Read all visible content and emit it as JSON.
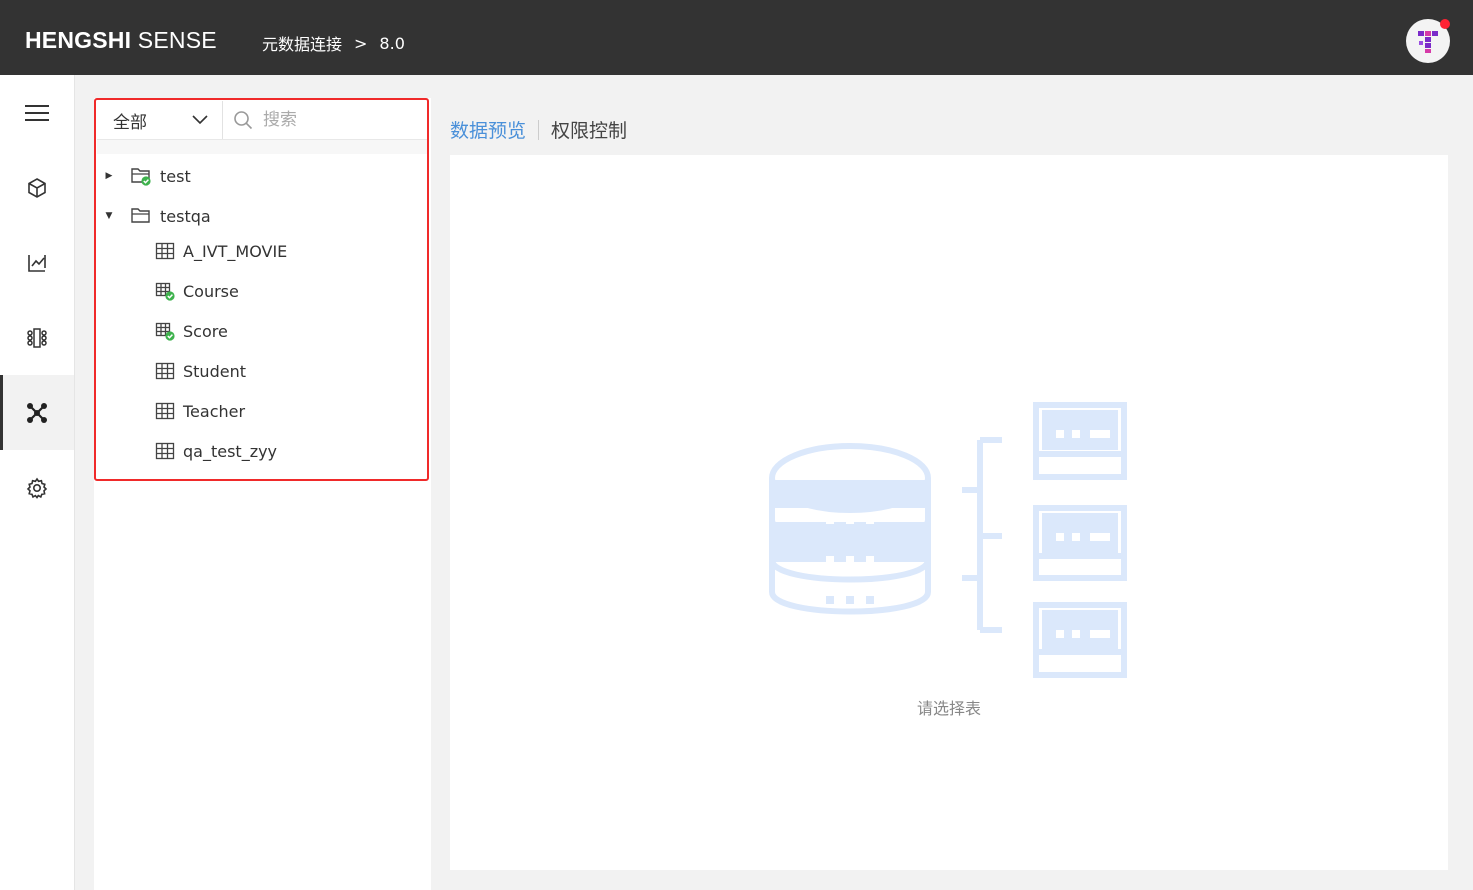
{
  "app": {
    "brand_bold": "HENGSHI",
    "brand_light": "SENSE",
    "breadcrumb": {
      "section": "元数据连接",
      "separator": ">",
      "version": "8.0"
    }
  },
  "colors": {
    "accent": "#4a90d9",
    "highlight_border": "#f02a2a",
    "topbar": "#333333",
    "illustration": "#dbe8fb"
  },
  "nav": [
    {
      "id": "menu",
      "icon": "hamburger-icon"
    },
    {
      "id": "datasets",
      "icon": "cube-icon"
    },
    {
      "id": "dashboards",
      "icon": "chart-icon"
    },
    {
      "id": "data-flow",
      "icon": "flow-icon"
    },
    {
      "id": "data-connections",
      "icon": "network-icon",
      "active": true
    },
    {
      "id": "settings",
      "icon": "gear-icon"
    }
  ],
  "filter": {
    "selected": "全部",
    "search_placeholder": "搜索"
  },
  "tree": [
    {
      "label": "test",
      "type": "folder",
      "expanded": false,
      "verified": true
    },
    {
      "label": "testqa",
      "type": "folder",
      "expanded": true,
      "verified": false,
      "children": [
        {
          "label": "A_IVT_MOVIE",
          "verified": false
        },
        {
          "label": "Course",
          "verified": true
        },
        {
          "label": "Score",
          "verified": true
        },
        {
          "label": "Student",
          "verified": false
        },
        {
          "label": "Teacher",
          "verified": false
        },
        {
          "label": "qa_test_zyy",
          "verified": false
        }
      ]
    }
  ],
  "tabs": {
    "preview": "数据预览",
    "permissions": "权限控制"
  },
  "empty_state": {
    "message": "请选择表"
  }
}
